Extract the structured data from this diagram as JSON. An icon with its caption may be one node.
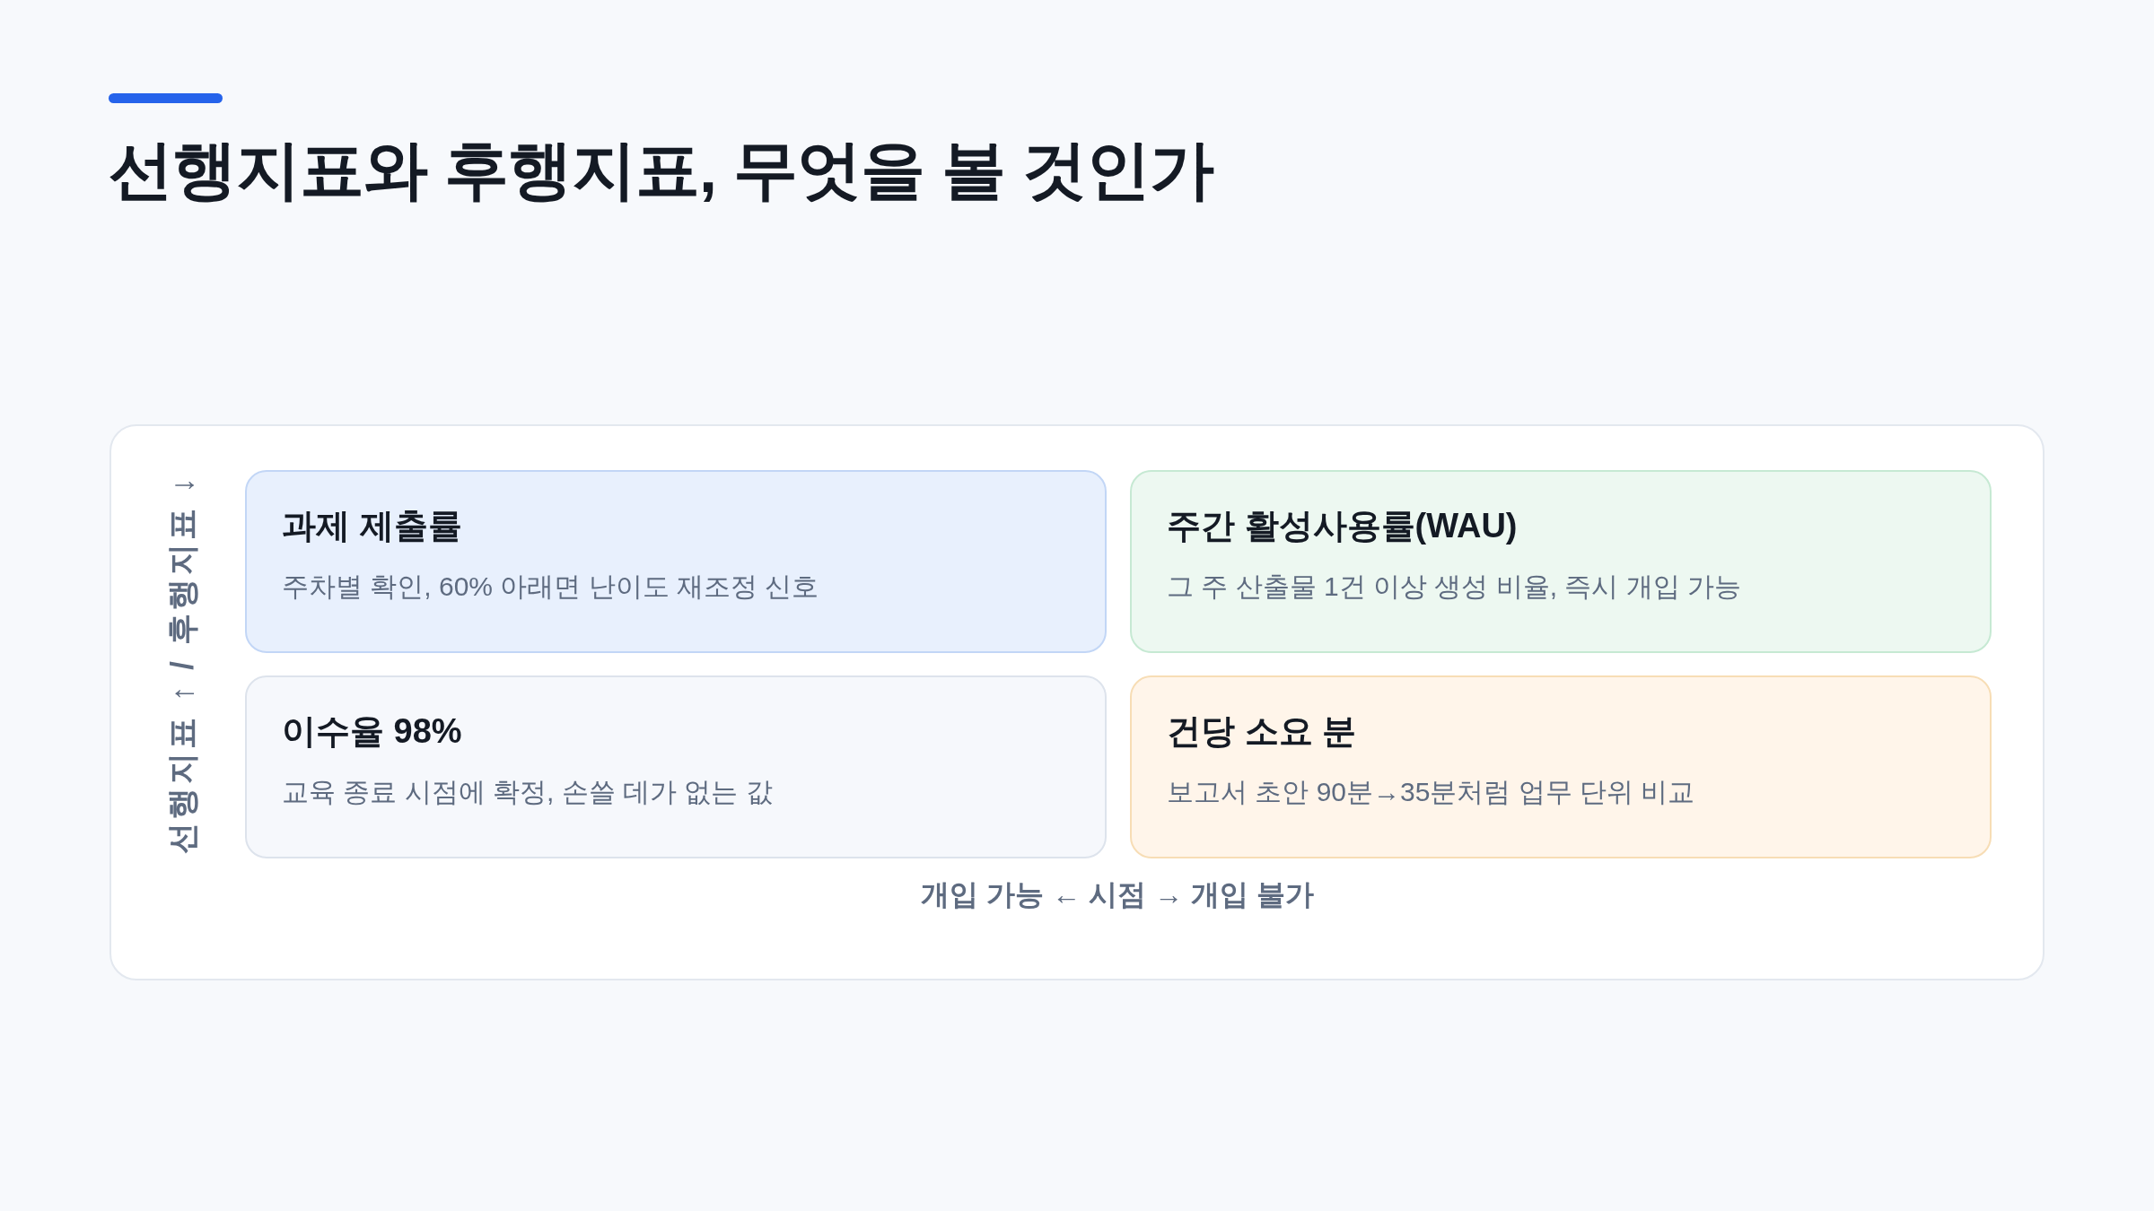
{
  "diagram": {
    "title": "선행지표와 후행지표, 무엇을 볼 것인가",
    "nodes": [
      {
        "text": [],
        "shape": "box"
      },
      {
        "text": [
          "과제 제출률",
          "주차별 확인, 60% 아래면 난이도 재조정 신호"
        ],
        "in": 0
      },
      {
        "text": [
          "주간 활성사용률(WAU)",
          "그 주 산출물 1건 이상 생성 비율, 즉시 개입 가능"
        ],
        "in": 0
      },
      {
        "text": [
          "이수율 98%",
          "교육 종료 시점에 확정, 손쓸 데가 없는 값"
        ],
        "in": 0
      },
      {
        "text": [
          "건당 소요 분",
          "보고서 초안 90분→35분처럼 업무 단위 비교"
        ],
        "in": 0
      }
    ],
    "labels": [
      "선행지표 ↑ / 후행지표 ↓",
      "개입 가능 ← 시점 → 개입 불가"
    ]
  }
}
